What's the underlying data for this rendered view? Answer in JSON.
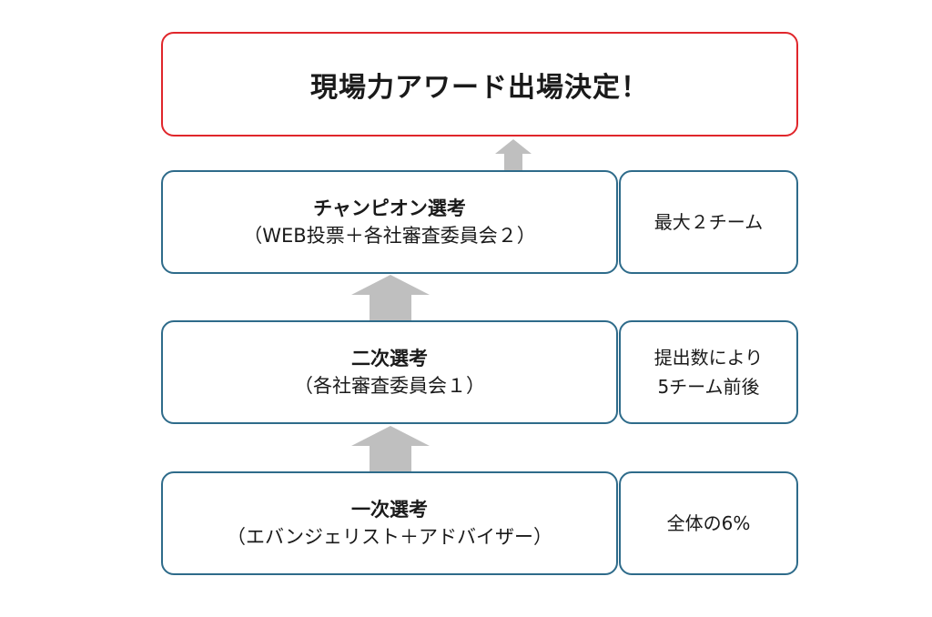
{
  "goal": {
    "title": "現場力アワード出場決定！"
  },
  "stages": [
    {
      "title": "チャンピオン選考",
      "subtitle": "（WEB投票＋各社審査委員会２）",
      "note": [
        "最大２チーム"
      ]
    },
    {
      "title": "二次選考",
      "subtitle": "（各社審査委員会１）",
      "note": [
        "提出数により",
        "5チーム前後"
      ]
    },
    {
      "title": "一次選考",
      "subtitle": "（エバンジェリスト＋アドバイザー）",
      "note": [
        "全体の6%"
      ]
    }
  ],
  "colors": {
    "goal_border": "#e0262b",
    "stage_border": "#2e6b8a",
    "arrow": "#bfbfbf"
  }
}
